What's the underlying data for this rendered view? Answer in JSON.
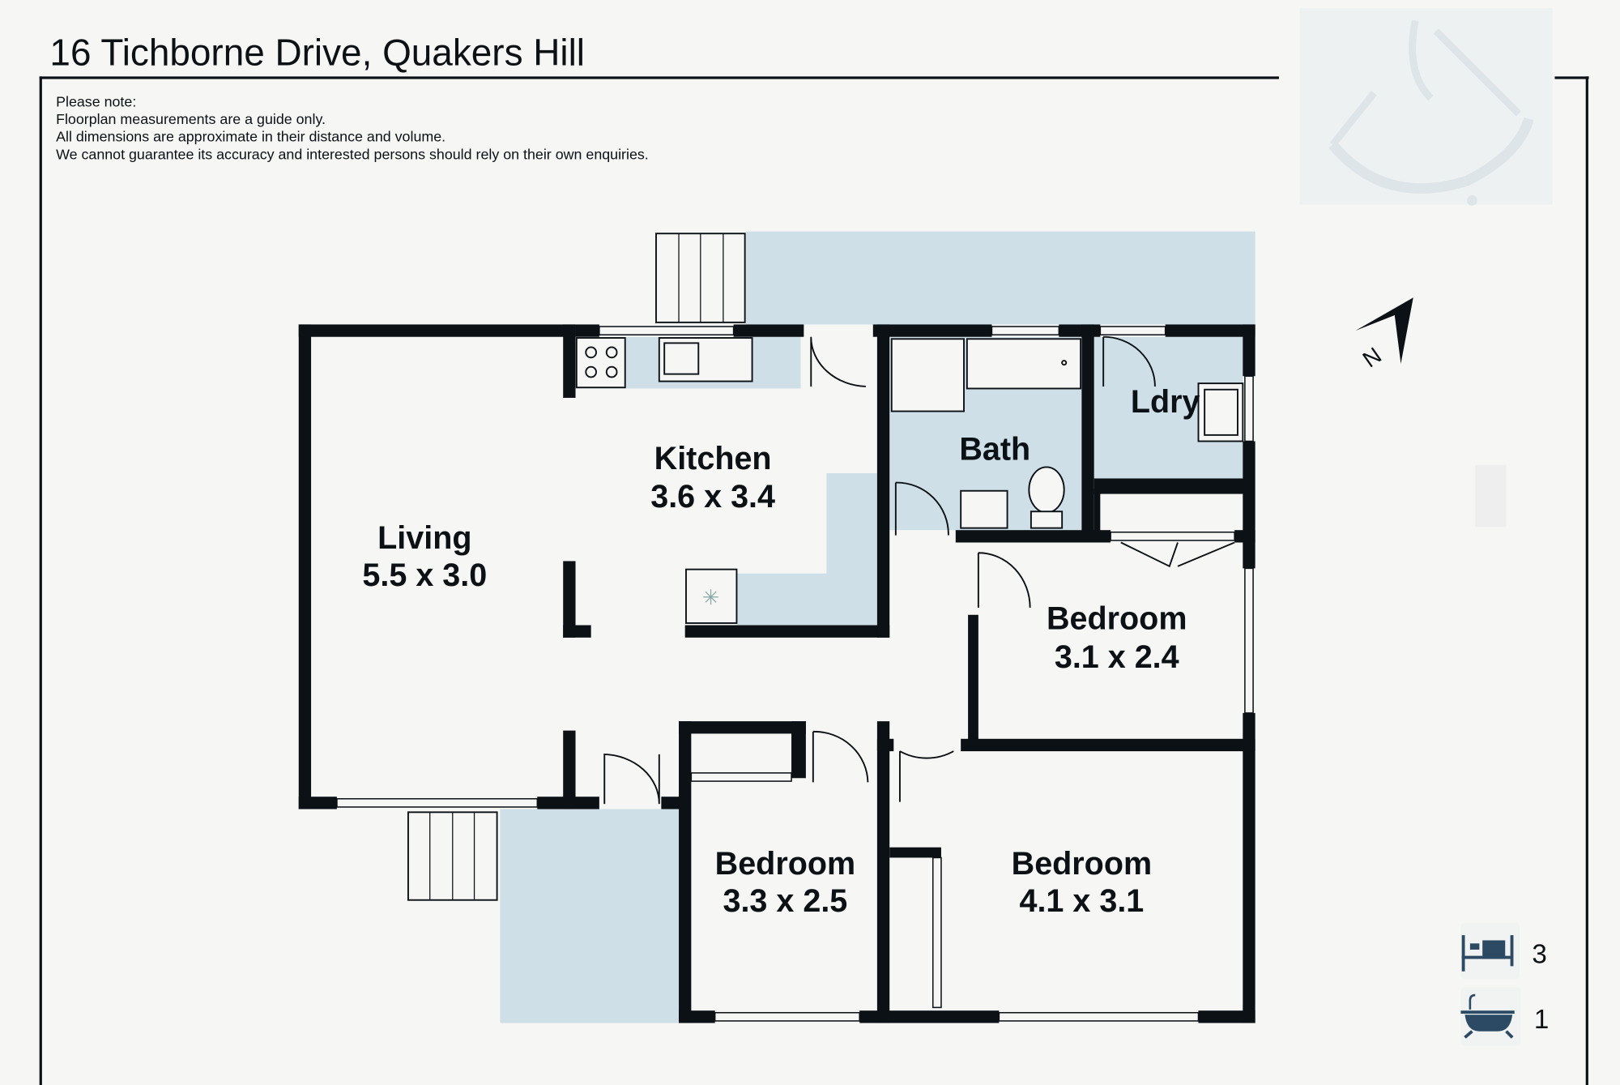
{
  "title": "16 Tichborne Drive, Quakers Hill",
  "notes": [
    "Please note:",
    "Floorplan measurements are a guide only.",
    "All dimensions are approximate in their distance and volume.",
    "We cannot guarantee its accuracy and interested persons should rely on their own enquiries."
  ],
  "rooms": {
    "living": {
      "name": "Living",
      "size": "5.5 x 3.0"
    },
    "kitchen": {
      "name": "Kitchen",
      "size": "3.6 x 3.4"
    },
    "bath": {
      "name": "Bath"
    },
    "laundry": {
      "name": "Ldry"
    },
    "bedroom_a": {
      "name": "Bedroom",
      "size": "3.1 x 2.4"
    },
    "bedroom_b": {
      "name": "Bedroom",
      "size": "3.3 x 2.5"
    },
    "bedroom_c": {
      "name": "Bedroom",
      "size": "4.1 x 3.1"
    }
  },
  "features": {
    "bedrooms": "3",
    "bathrooms": "1"
  },
  "compass": {
    "label": "N"
  },
  "colors": {
    "wall": "#0c1116",
    "outdoor": "#cfdfe8",
    "icon": "#2c4a63"
  }
}
